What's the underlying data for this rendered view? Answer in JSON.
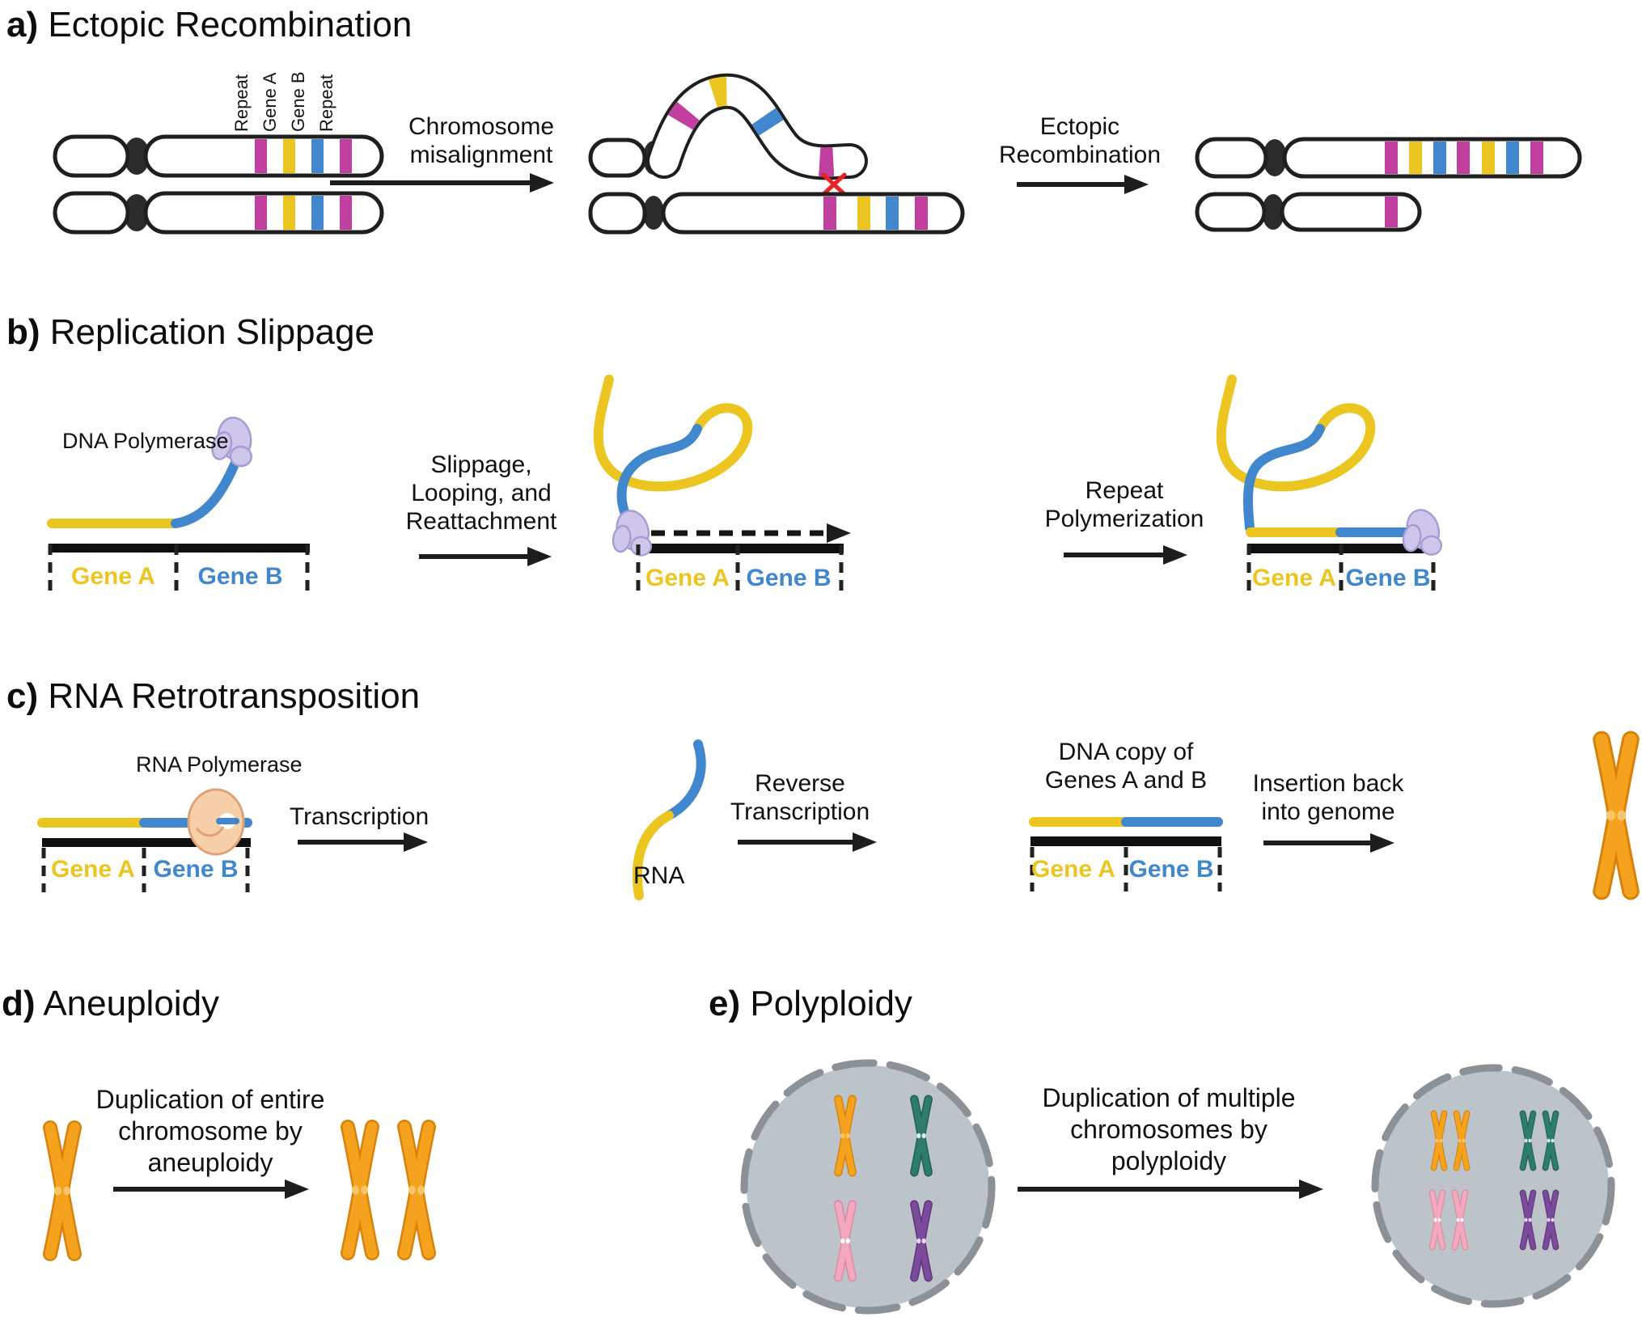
{
  "figure": {
    "description": "Mechanisms of gene duplication diagram with five panels"
  },
  "panels": {
    "a": {
      "label": "a)",
      "title": "Ectopic Recombination",
      "band_labels": [
        "Repeat",
        "Gene A",
        "Gene B",
        "Repeat"
      ],
      "step1_label": "Chromosome\nmisalignment",
      "step2_label": "Ectopic\nRecombination"
    },
    "b": {
      "label": "b)",
      "title": "Replication Slippage",
      "polymerase_label": "DNA Polymerase",
      "step1_label": "Slippage,\nLooping, and\nReattachment",
      "step2_label": "Repeat\nPolymerization"
    },
    "c": {
      "label": "c)",
      "title": "RNA Retrotransposition",
      "polymerase_label": "RNA Polymerase",
      "step1_label": "Transcription",
      "rna_label": "RNA",
      "step2_label": "Reverse\nTranscription",
      "dna_copy_label": "DNA copy of\nGenes A and B",
      "step3_label": "Insertion back\ninto genome"
    },
    "d": {
      "label": "d)",
      "title": "Aneuploidy",
      "step_label": "Duplication of entire\nchromosome by\naneuploidy"
    },
    "e": {
      "label": "e)",
      "title": "Polyploidy",
      "step_label": "Duplication of multiple\nchromosomes by\npolyploidy"
    }
  },
  "shared": {
    "gene_a_label": "Gene A",
    "gene_b_label": "Gene B"
  },
  "colors": {
    "repeat_band": "#c13f9f",
    "gene_a": "#ecc520",
    "gene_b": "#4187cd",
    "outline": "#1f1f1f",
    "crossover_x": "#ed2024",
    "template_bar": "#0f0f0f",
    "dna_polymerase_fill": "#cfc6ec",
    "dna_polymerase_stroke": "#a89bd4",
    "rna_polymerase_fill": "#f7d0a9",
    "rna_polymerase_stroke": "#dfa277",
    "chromosome_orange": "#f5a21e",
    "chromosome_orange_dark": "#d9820b",
    "chromosome_orange_light": "#f9c468",
    "chromosome_teal": "#2e7d6c",
    "chromosome_teal_dark": "#1d5f51",
    "chromosome_teal_light": "#d8e9e4",
    "chromosome_pink": "#f3a9bd",
    "chromosome_pink_dark": "#e187a2",
    "chromosome_pink_light": "#ffffff",
    "chromosome_purple": "#7c4a9b",
    "chromosome_purple_dark": "#5e3379",
    "chromosome_purple_light": "#e3d4ef",
    "cell_body": "#bcc3c9",
    "cell_membrane": "#8b9196"
  }
}
